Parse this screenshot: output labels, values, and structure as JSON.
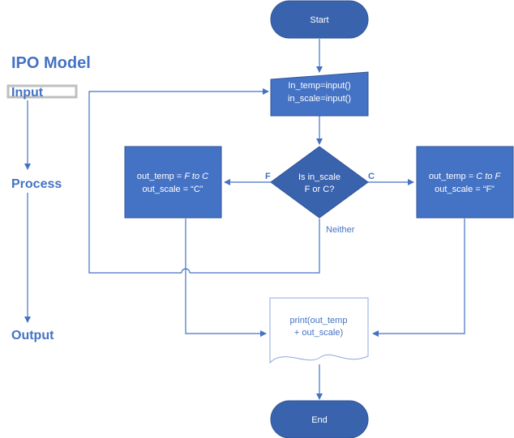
{
  "sidebar": {
    "title": "IPO Model",
    "input_label": "Input",
    "process_label": "Process",
    "output_label": "Output"
  },
  "flowchart": {
    "start": "Start",
    "input_line1": "In_temp=input()",
    "input_line2": "in_scale=input()",
    "decision_line1": "Is in_scale",
    "decision_line2": "F or C?",
    "left_box_line1_prefix": "out_temp = ",
    "left_box_line1_italic": "F to C",
    "left_box_line2": "out_scale = “C”",
    "right_box_line1_prefix": "out_temp = ",
    "right_box_line1_italic": "C to F",
    "right_box_line2": "out_scale = “F”",
    "branch_f": "F",
    "branch_c": "C",
    "branch_neither": "Neither",
    "output_line1": "print(out_temp",
    "output_line2": "+ out_scale)",
    "end": "End"
  },
  "colors": {
    "shape_fill": "#4472C4",
    "shape_fill_dark": "#3A63AD",
    "line": "#4472C4",
    "doc_fill": "#ffffff",
    "highlight_border": "#BFBFBF"
  }
}
